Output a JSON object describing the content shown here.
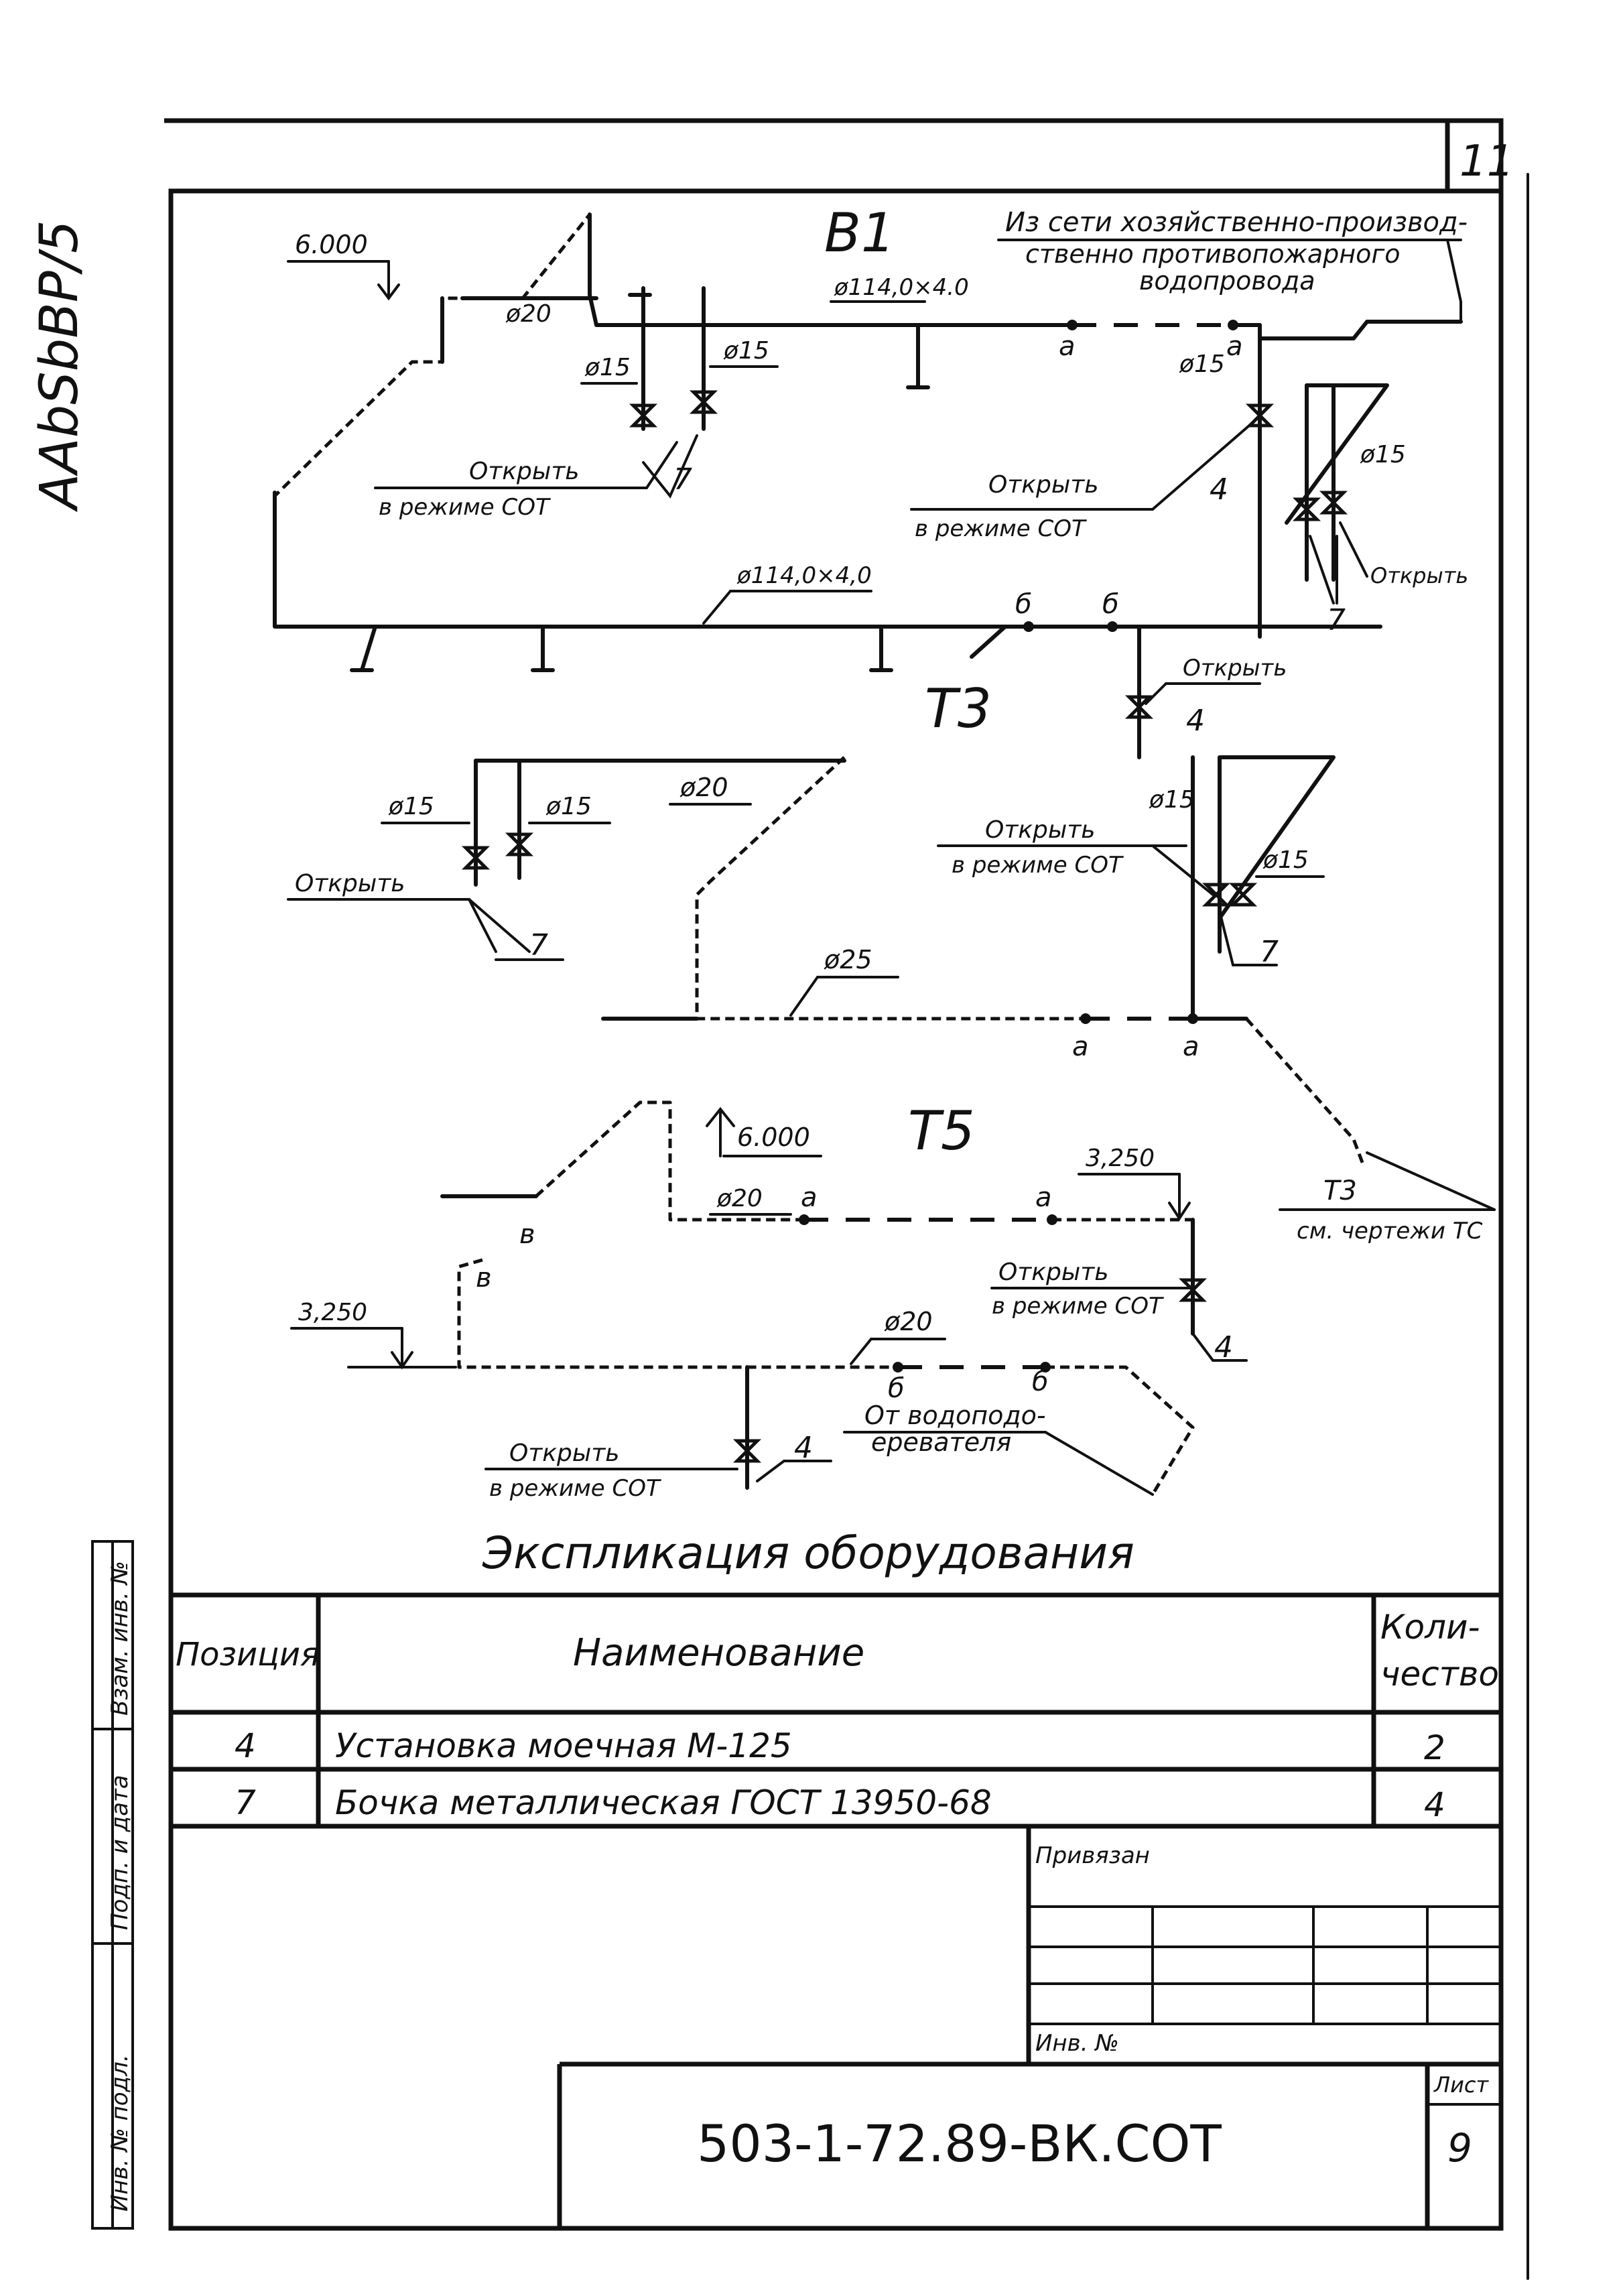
{
  "sheet_mark": "11",
  "side_stamp": "AAbSbBP/5",
  "side_strip": [
    "Инв. № подл.",
    "Подп. и дата",
    "Взам. инв. №"
  ],
  "sections": {
    "b1": "B1",
    "t3": "T3",
    "t5": "T5"
  },
  "source_note": {
    "line1": "Из сети хозяйственно-производ-",
    "line2": "ственно противопожарного",
    "line3": "водопровода"
  },
  "labels": {
    "el_6000_a": "6.000",
    "el_6000_b": "6.000",
    "el_3250_a": "3,250",
    "el_3250_b": "3,250",
    "d20_a": "ø20",
    "d20_b": "ø20",
    "d20_c": "ø20",
    "d20_d": "ø20",
    "d114_a": "ø114,0×4.0",
    "d114_b": "ø114,0×4,0",
    "d15_a": "ø15",
    "d15_b": "ø15",
    "d15_c": "ø15",
    "d15_d": "ø15",
    "d15_e": "ø15",
    "d15_f": "ø15",
    "d15_g": "ø15",
    "d15_h": "ø15",
    "d25": "ø25",
    "a1": "а",
    "a2": "а",
    "a3": "а",
    "a4": "а",
    "a5": "а",
    "a6": "а",
    "b1": "б",
    "b2": "б",
    "b3": "б",
    "b4": "б",
    "v1": "в",
    "v2": "в",
    "open_cot": "Открыть",
    "mode_cot": "в режиме СОТ",
    "open": "Открыть",
    "pos4": "4",
    "pos7": "7",
    "t3_ref": "Т3",
    "t3_ref2": "см. чертежи ТС",
    "from_heater1": "От водоподо-",
    "from_heater2": "еревателя"
  },
  "table": {
    "title": "Экспликация оборудования",
    "headers": {
      "pos": "Позиция",
      "name": "Наименование",
      "qty1": "Коли-",
      "qty2": "чество"
    },
    "rows": [
      {
        "pos": "4",
        "name": "Установка моечная М-125",
        "qty": "2"
      },
      {
        "pos": "7",
        "name": "Бочка металлическая ГОСТ 13950-68",
        "qty": "4"
      }
    ]
  },
  "stamp": {
    "attached": "Привязан",
    "inv": "Инв. №",
    "code": "503-1-72.89-ВК.СОТ",
    "sheet_label": "Лист",
    "sheet_no": "9"
  }
}
